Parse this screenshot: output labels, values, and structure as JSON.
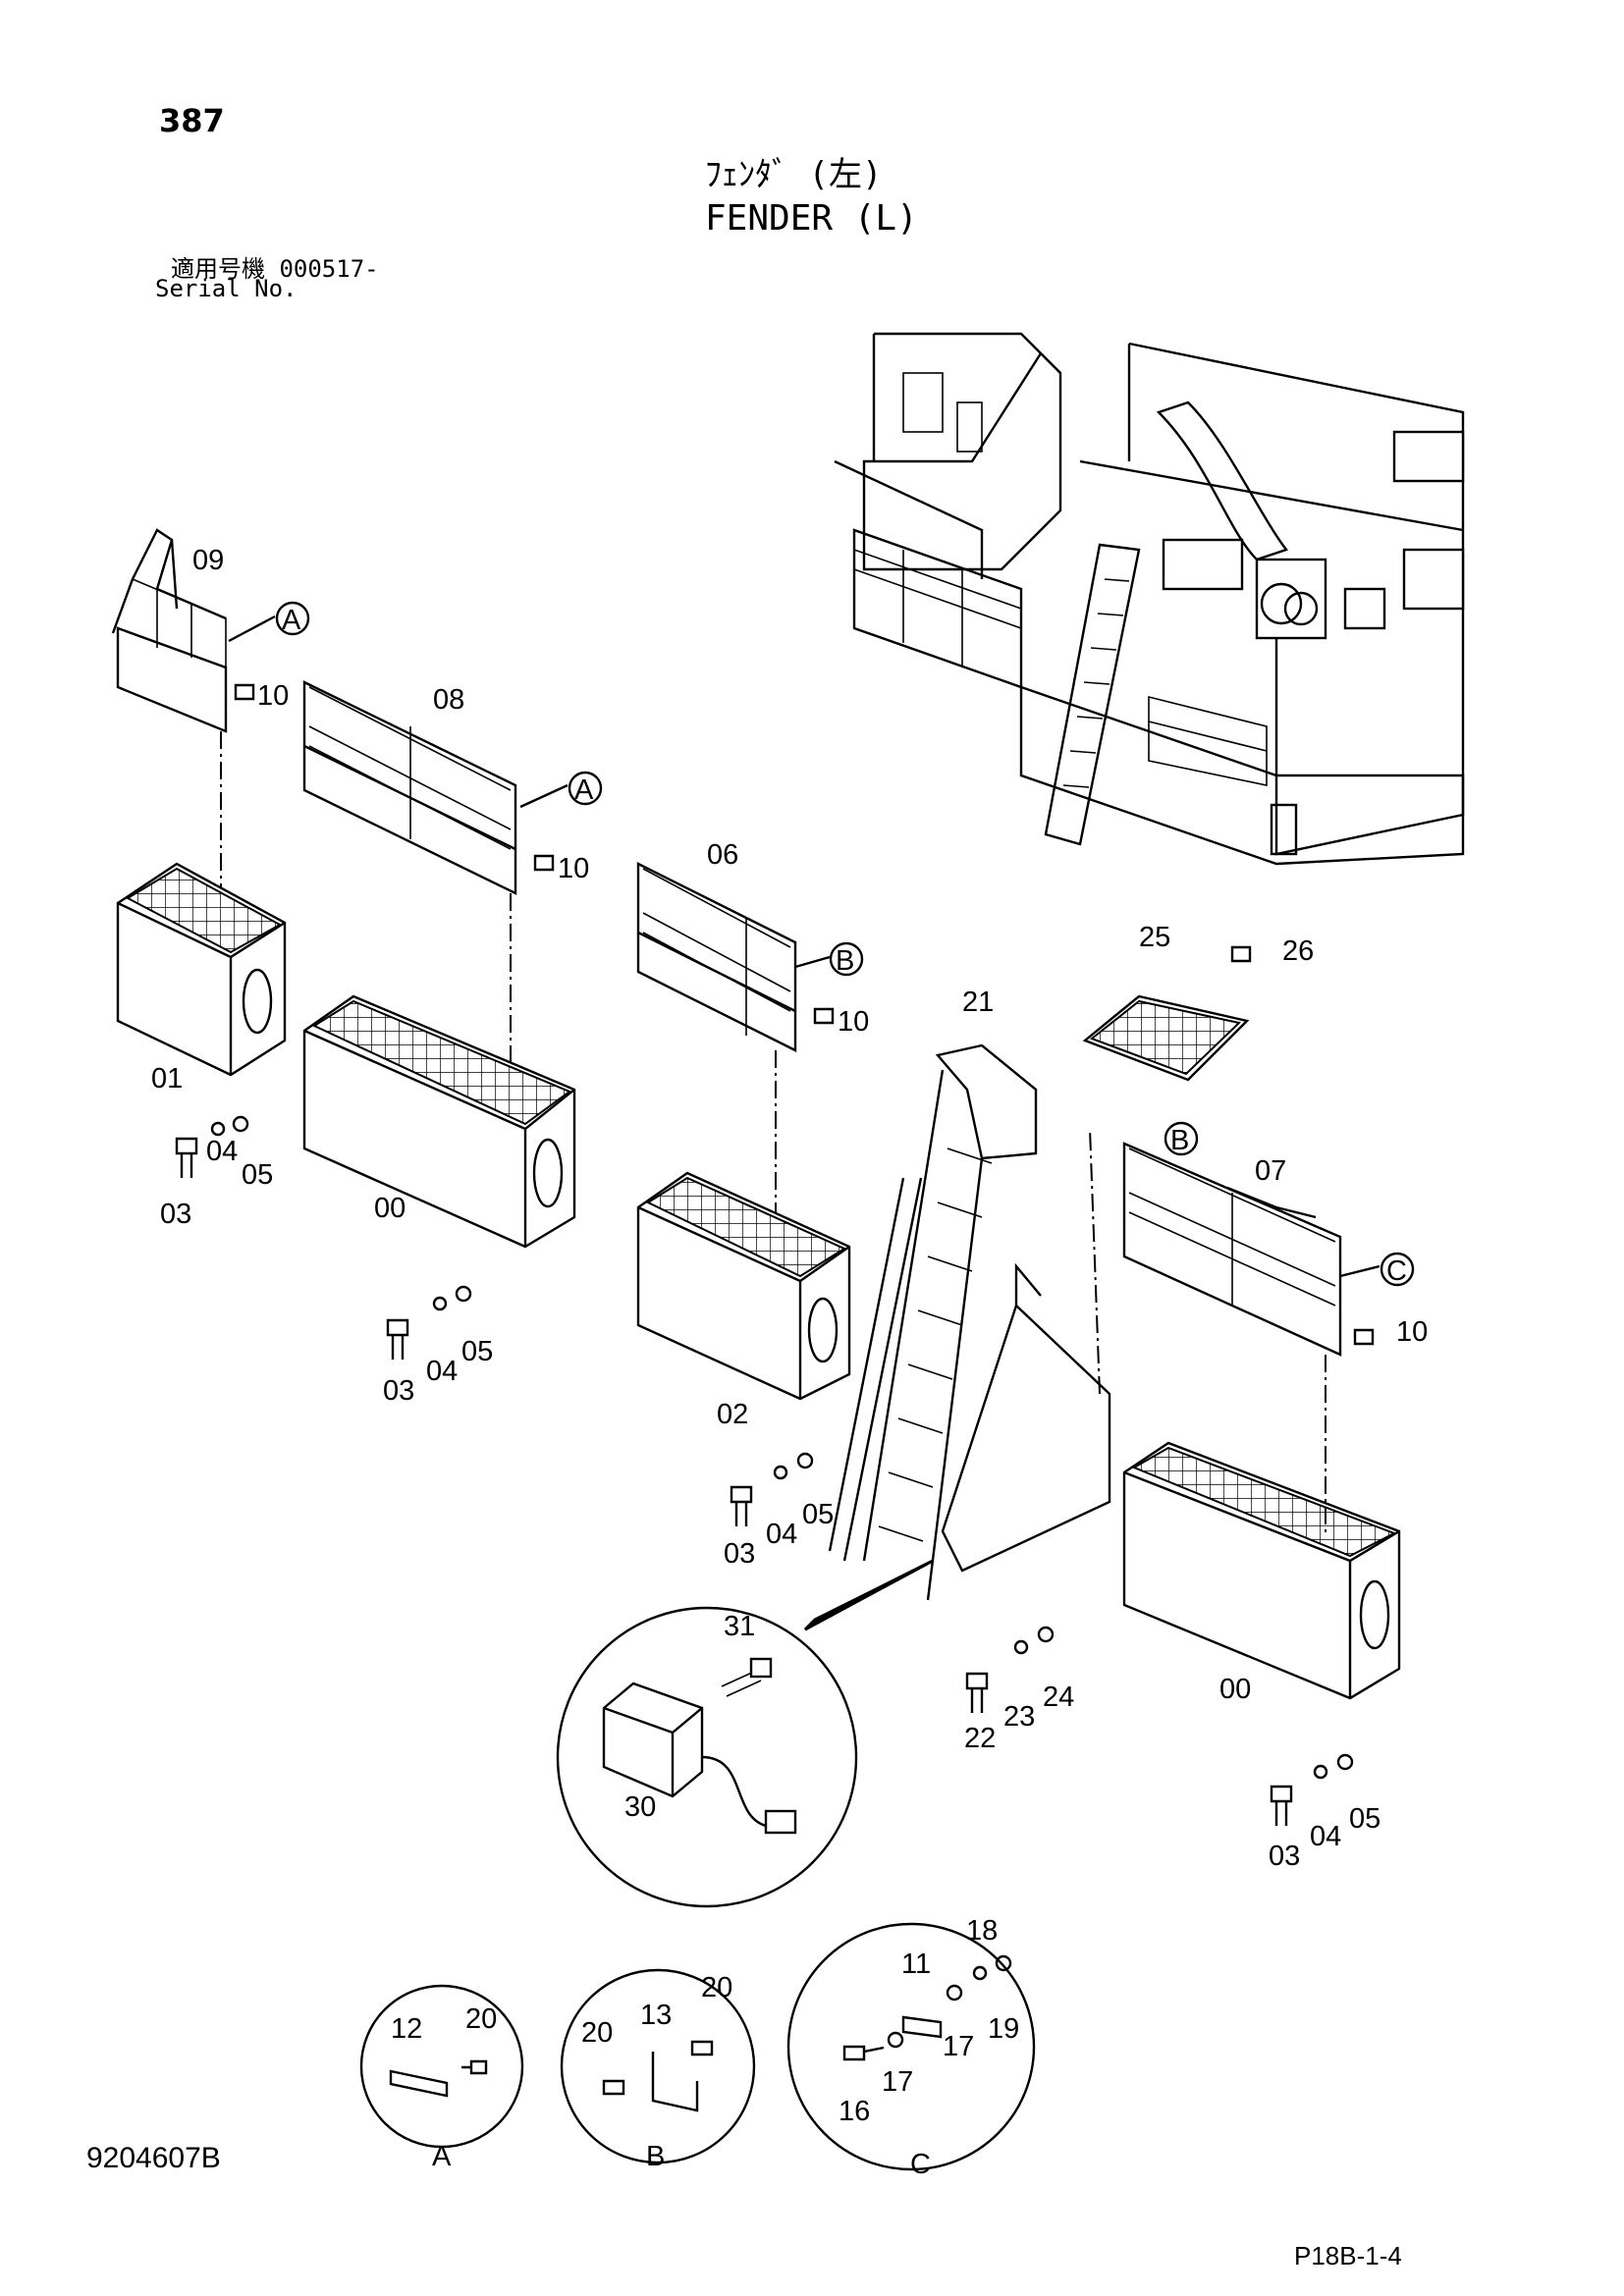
{
  "header": {
    "page_number": "387",
    "title_jp": "ﾌｪﾝﾀﾞ (左)",
    "title_en": "FENDER (L)",
    "serial_label_jp": "適用号機  000517-",
    "serial_label_en": "Serial No."
  },
  "footer": {
    "document_number": "9204607B",
    "page_reference": "P18B-1-4"
  },
  "callouts": {
    "c09": "09",
    "c10a": "10",
    "c08": "08",
    "c10b": "10",
    "c06": "06",
    "c10c": "10",
    "c01": "01",
    "c03a": "03",
    "c04a": "04",
    "c05a": "05",
    "c00a": "00",
    "c03b": "03",
    "c04b": "04",
    "c05b": "05",
    "c02": "02",
    "c03c": "03",
    "c04c": "04",
    "c05c": "05",
    "c21": "21",
    "c25": "25",
    "c26": "26",
    "c07": "07",
    "c10d": "10",
    "c22": "22",
    "c23": "23",
    "c24": "24",
    "c00b": "00",
    "c03d": "03",
    "c04d": "04",
    "c05d": "05",
    "c31": "31",
    "c30": "30",
    "c12": "12",
    "c20a": "20",
    "c20b": "20",
    "c13": "13",
    "c20c": "20",
    "c11": "11",
    "c18": "18",
    "c19": "19",
    "c17a": "17",
    "c17b": "17",
    "c16": "16"
  },
  "detail_refs": {
    "a1": "A",
    "a2": "A",
    "b1": "B",
    "b2": "B",
    "c1": "C",
    "detail_a": "A",
    "detail_b": "B",
    "detail_c": "C"
  }
}
